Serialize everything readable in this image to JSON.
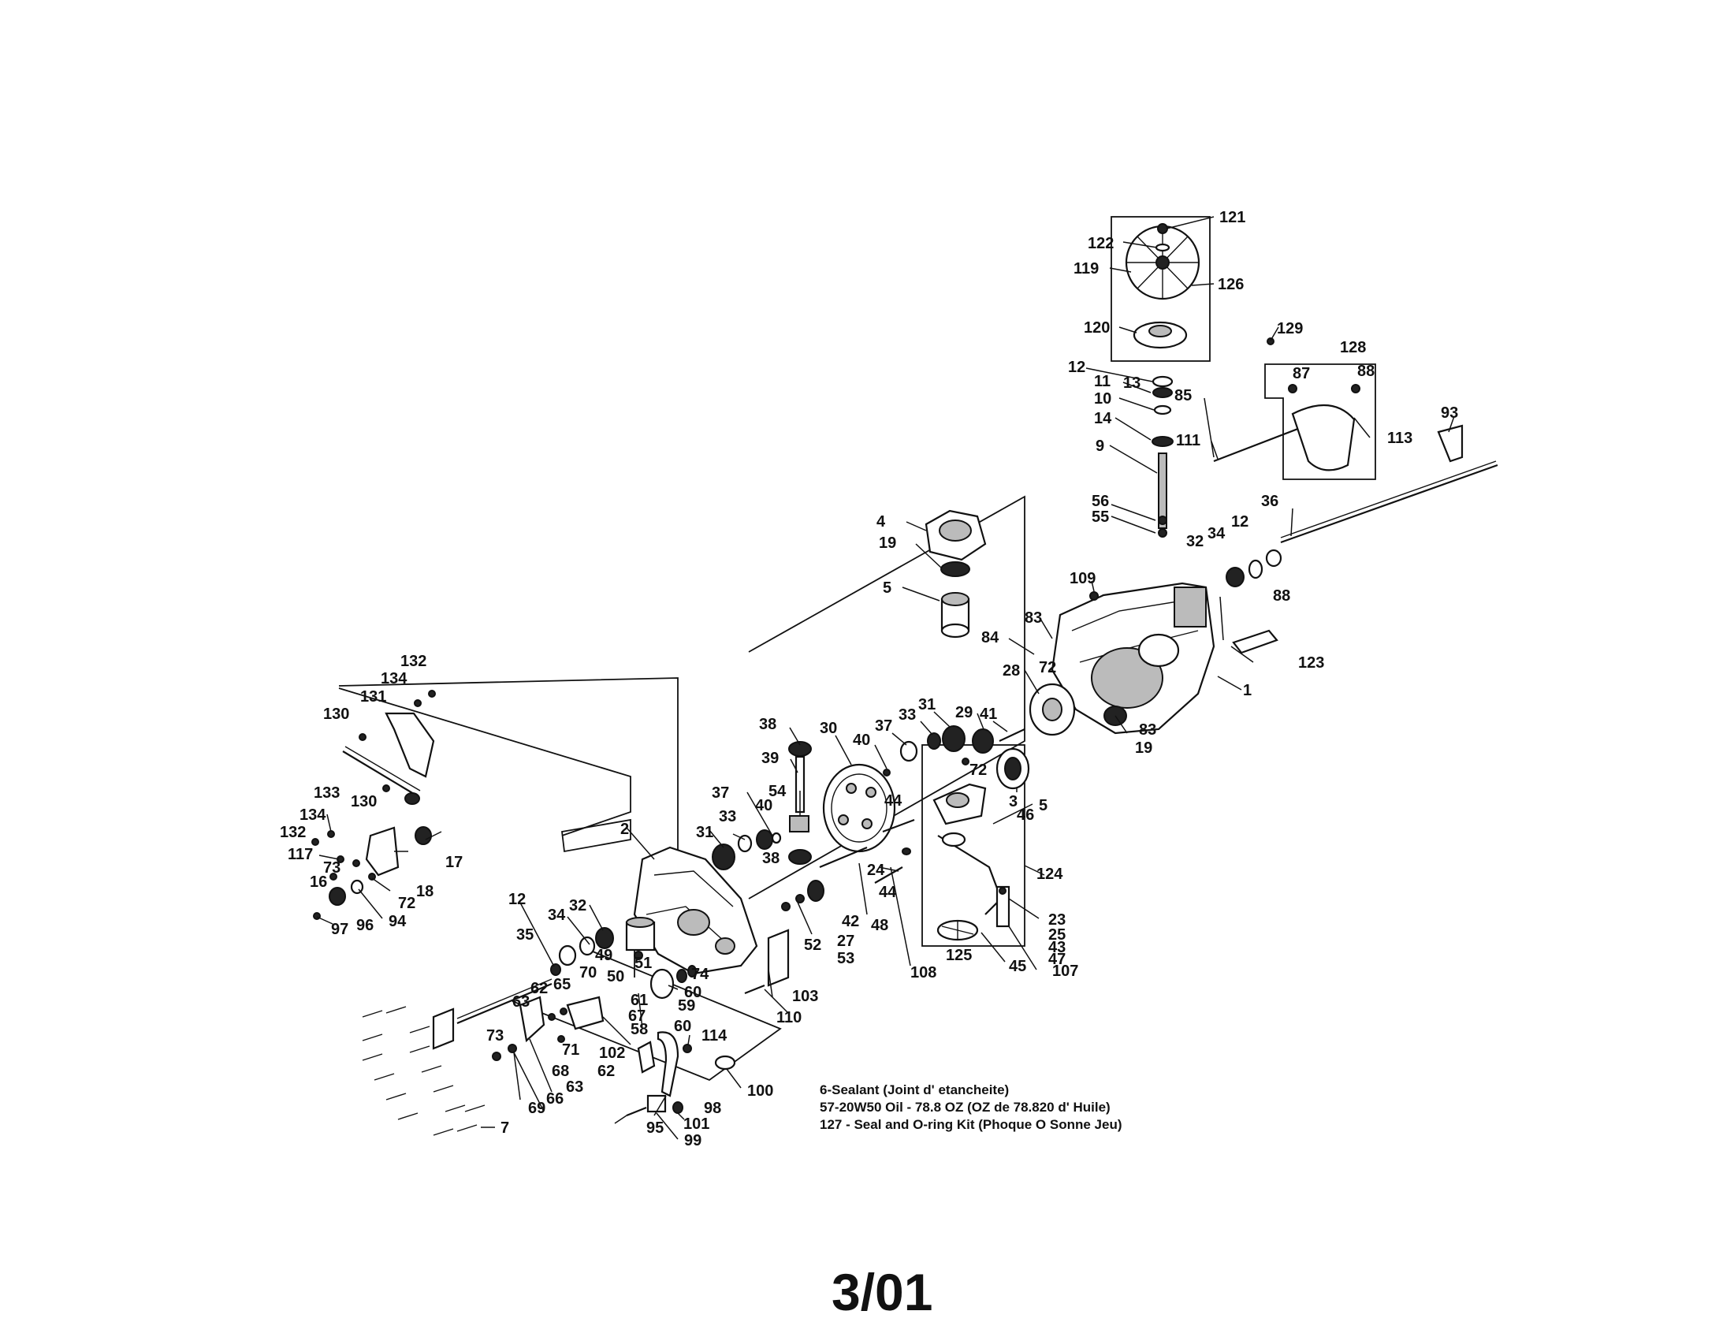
{
  "callouts": [
    "121",
    "122",
    "119",
    "126",
    "120",
    "129",
    "128",
    "12",
    "13",
    "87",
    "88",
    "11",
    "85",
    "10",
    "14",
    "113",
    "93",
    "111",
    "9",
    "36",
    "56",
    "55",
    "12",
    "4",
    "34",
    "32",
    "19",
    "109",
    "5",
    "88",
    "83",
    "123",
    "84",
    "72",
    "1",
    "28",
    "83",
    "19",
    "132",
    "134",
    "41",
    "131",
    "29",
    "30",
    "31",
    "130",
    "38",
    "40",
    "37",
    "33",
    "72",
    "39",
    "133",
    "3",
    "46",
    "5",
    "130",
    "54",
    "44",
    "37",
    "40",
    "2",
    "31",
    "33",
    "134",
    "132",
    "17",
    "38",
    "117",
    "73",
    "18",
    "72",
    "16",
    "94",
    "96",
    "97",
    "24",
    "44",
    "42",
    "48",
    "124",
    "12",
    "34",
    "32",
    "35",
    "49",
    "51",
    "50",
    "70",
    "52",
    "53",
    "27",
    "23",
    "25",
    "43",
    "47",
    "107",
    "45",
    "125",
    "108",
    "60",
    "59",
    "74",
    "103",
    "110",
    "63",
    "62",
    "65",
    "58",
    "67",
    "61",
    "60",
    "114",
    "102",
    "71",
    "68",
    "73",
    "63",
    "62",
    "66",
    "69",
    "101",
    "98",
    "95",
    "99",
    "100",
    "7"
  ],
  "notes": [
    "6-Sealant (Joint d' etancheite)",
    "57-20W50 Oil - 78.8 OZ (OZ de 78.820 d' Huile)",
    "127 - Seal and O-ring Kit (Phoque O Sonne Jeu)"
  ],
  "page_number": "3/01"
}
